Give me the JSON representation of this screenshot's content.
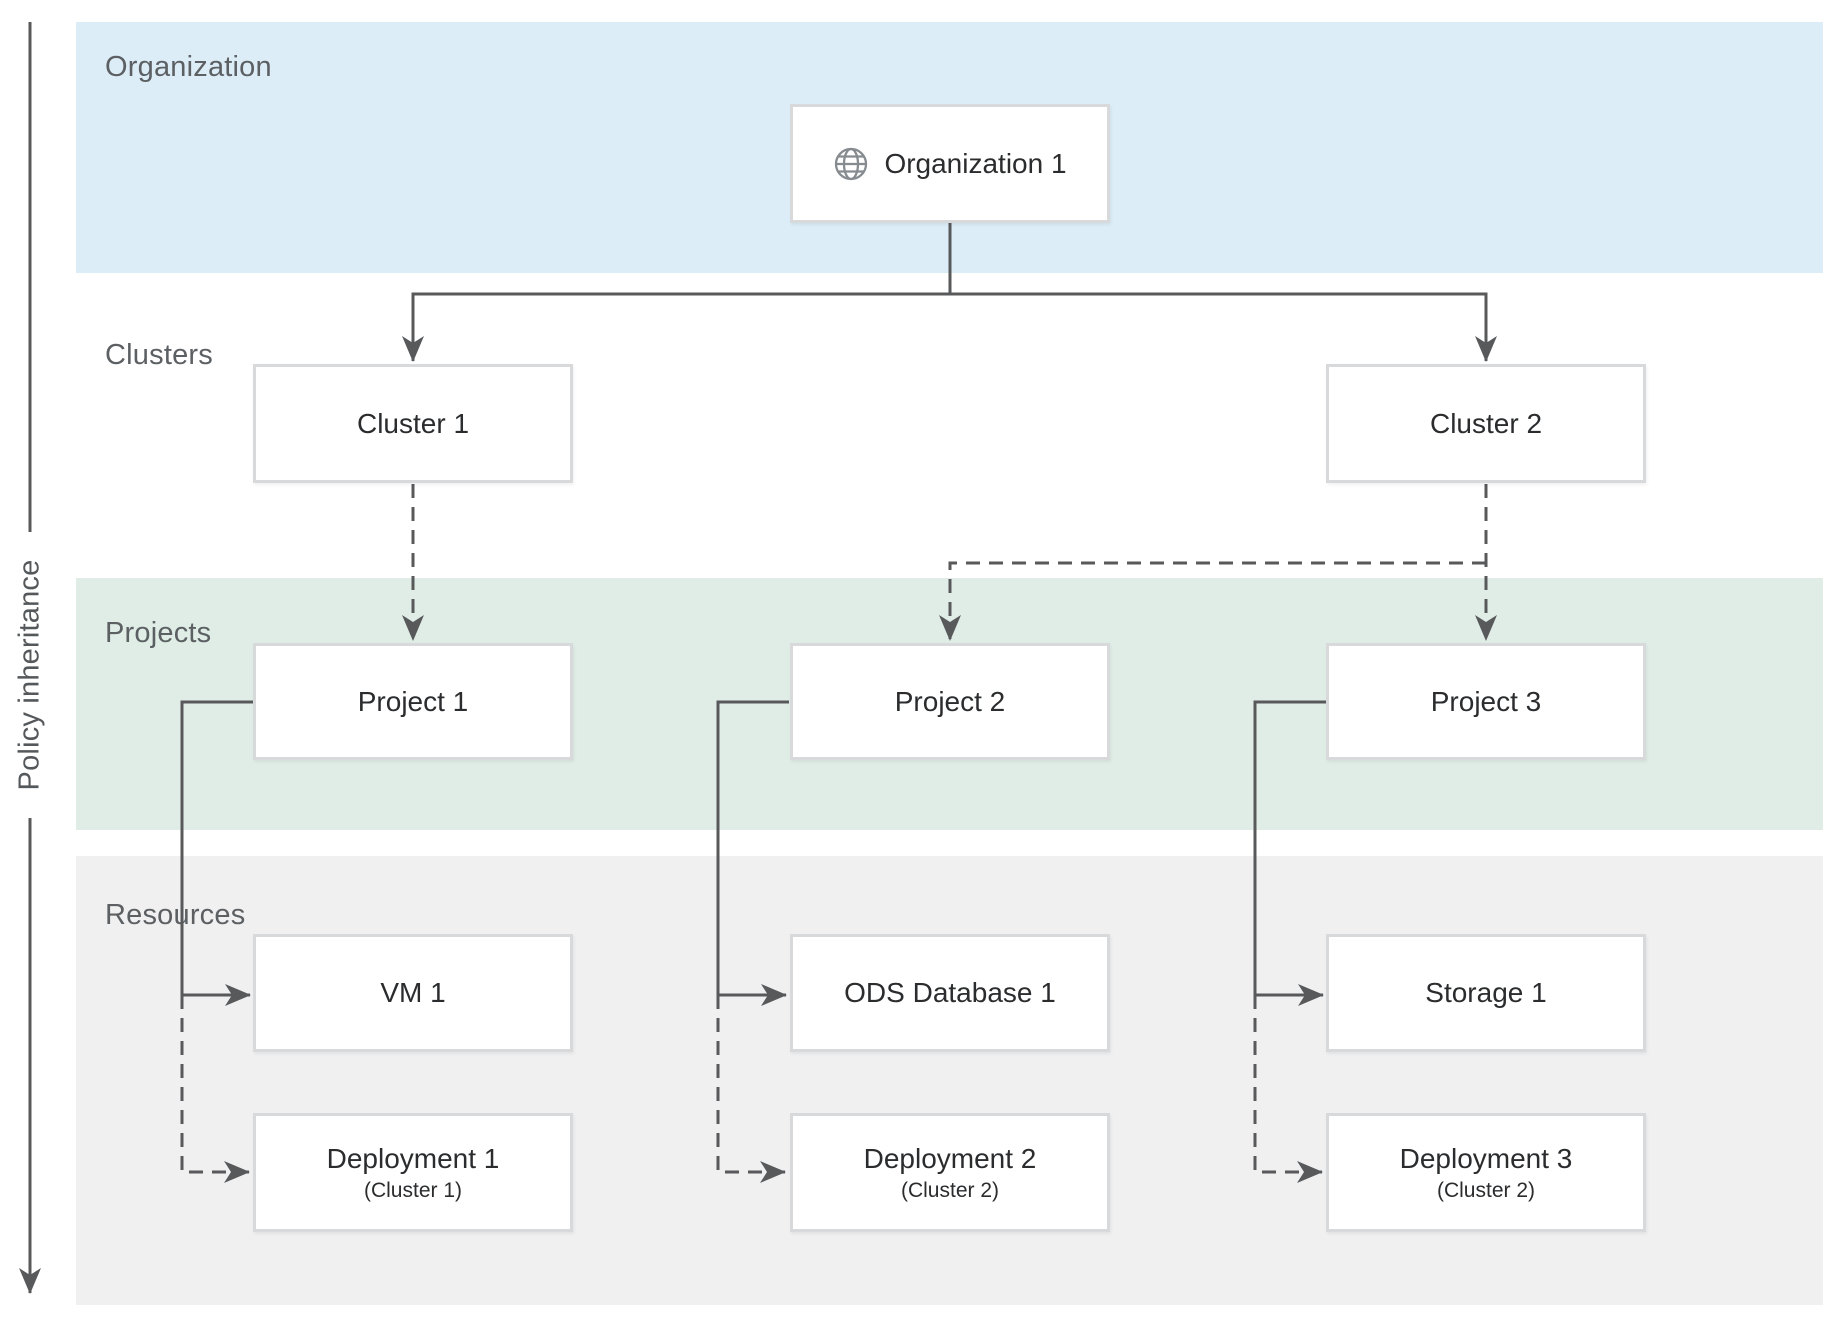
{
  "diagram": {
    "policy_axis_label": "Policy inheritance",
    "bands": {
      "organization": {
        "label": "Organization"
      },
      "clusters": {
        "label": "Clusters"
      },
      "projects": {
        "label": "Projects"
      },
      "resources": {
        "label": "Resources"
      }
    },
    "nodes": {
      "organization1": {
        "label": "Organization 1",
        "icon": "globe-icon"
      },
      "cluster1": {
        "label": "Cluster 1"
      },
      "cluster2": {
        "label": "Cluster 2"
      },
      "project1": {
        "label": "Project 1"
      },
      "project2": {
        "label": "Project 2"
      },
      "project3": {
        "label": "Project 3"
      },
      "vm1": {
        "label": "VM 1"
      },
      "ods_database1": {
        "label": "ODS Database 1"
      },
      "storage1": {
        "label": "Storage 1"
      },
      "deployment1": {
        "label": "Deployment 1",
        "sublabel": "(Cluster 1)"
      },
      "deployment2": {
        "label": "Deployment 2",
        "sublabel": "(Cluster 2)"
      },
      "deployment3": {
        "label": "Deployment 3",
        "sublabel": "(Cluster 2)"
      }
    },
    "colors": {
      "organization_band": "#dcedf8",
      "projects_band": "#dfede6",
      "resources_band": "#f0f0f0",
      "connector": "#58595b",
      "node_border": "#d7d9da",
      "node_background": "#ffffff",
      "band_label_text": "#5c6063",
      "node_label_text": "#2b2c2e"
    }
  }
}
